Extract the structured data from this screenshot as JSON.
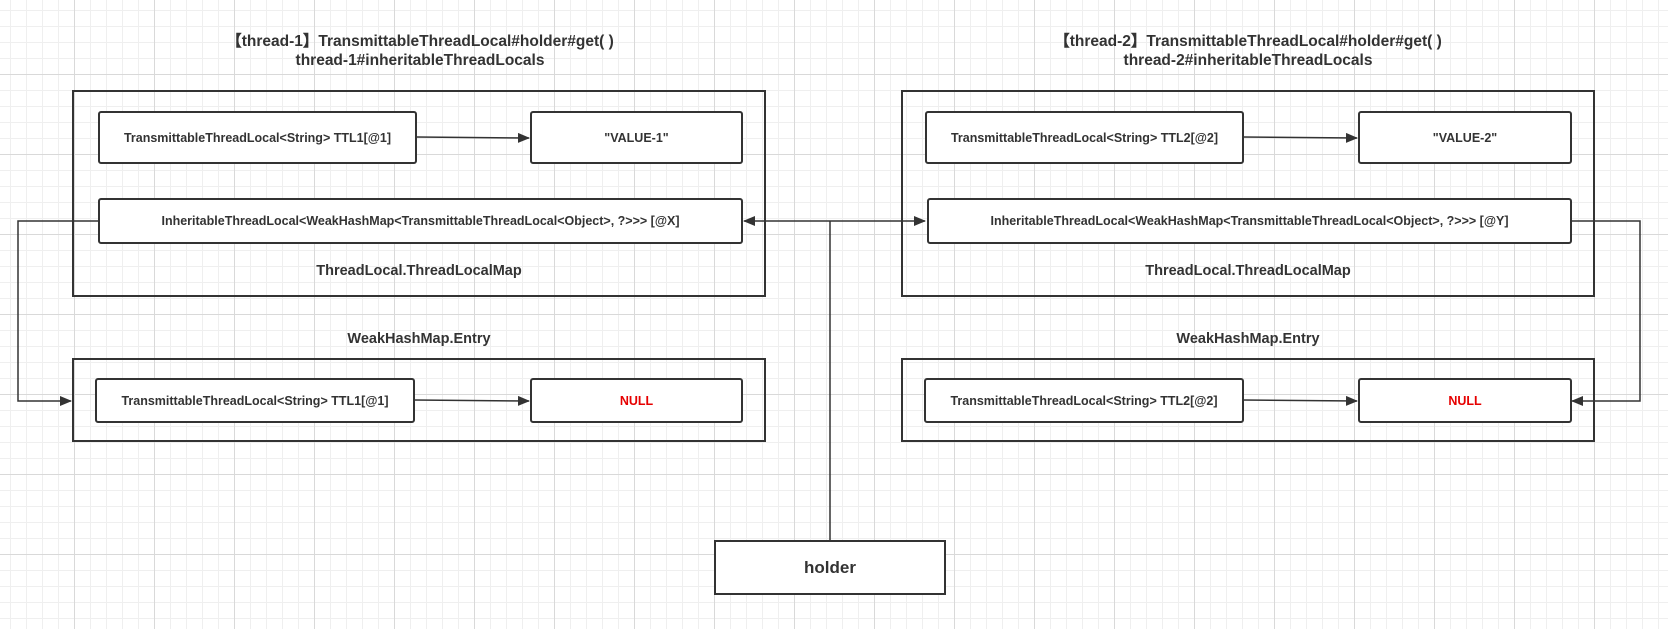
{
  "diagram": {
    "left": {
      "title_line1": "【thread-1】TransmittableThreadLocal#holder#get( )",
      "title_line2": "thread-1#inheritableThreadLocals",
      "ttl_node": "TransmittableThreadLocal<String> TTL1[@1]",
      "value_node": "\"VALUE-1\"",
      "itl_node": "InheritableThreadLocal<WeakHashMap<TransmittableThreadLocal<Object>, ?>>> [@X]",
      "map_label": "ThreadLocal.ThreadLocalMap",
      "entry_label": "WeakHashMap.Entry",
      "entry_key": "TransmittableThreadLocal<String> TTL1[@1]",
      "entry_value": "NULL"
    },
    "right": {
      "title_line1": "【thread-2】TransmittableThreadLocal#holder#get( )",
      "title_line2": "thread-2#inheritableThreadLocals",
      "ttl_node": "TransmittableThreadLocal<String> TTL2[@2]",
      "value_node": "\"VALUE-2\"",
      "itl_node": "InheritableThreadLocal<WeakHashMap<TransmittableThreadLocal<Object>, ?>>> [@Y]",
      "map_label": "ThreadLocal.ThreadLocalMap",
      "entry_label": "WeakHashMap.Entry",
      "entry_key": "TransmittableThreadLocal<String> TTL2[@2]",
      "entry_value": "NULL"
    },
    "holder_label": "holder",
    "colors": {
      "stroke": "#333333",
      "null_text": "#e60000",
      "grid": "#d9d9d9",
      "background": "#ffffff"
    }
  }
}
